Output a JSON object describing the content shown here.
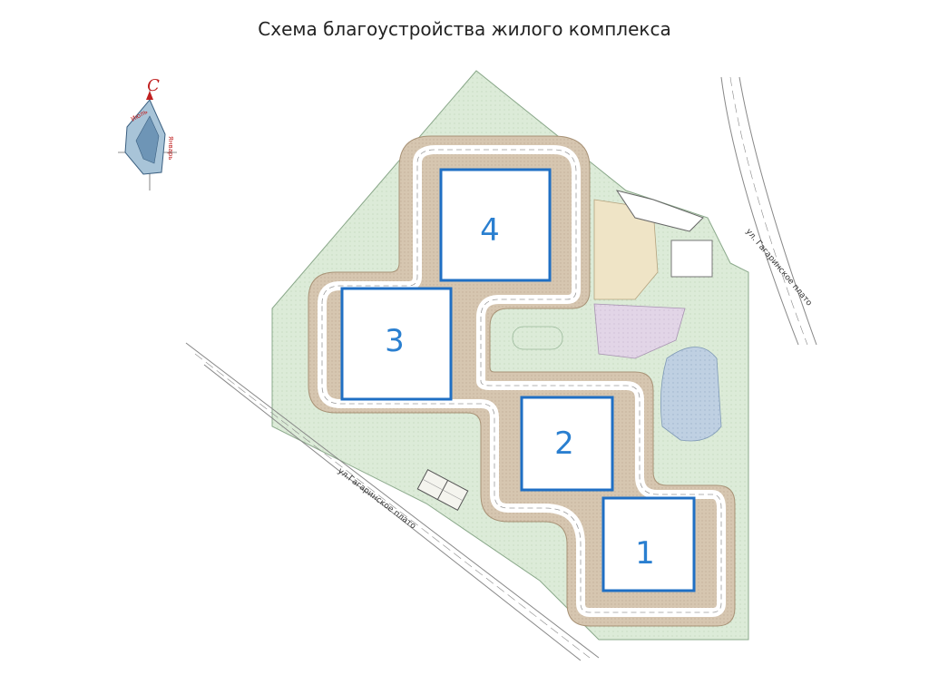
{
  "title": "Схема благоустройства жилого комплекса",
  "buildings": [
    {
      "id": "building-1",
      "label": "1"
    },
    {
      "id": "building-2",
      "label": "2"
    },
    {
      "id": "building-3",
      "label": "3"
    },
    {
      "id": "building-4",
      "label": "4"
    }
  ],
  "streets": {
    "southwest": "ул.Гагаринское плато",
    "northeast": "ул. Гагаринское плато"
  },
  "compass": {
    "north": "С",
    "west_label": "Июль",
    "east_label": "Январь"
  },
  "colors": {
    "building_outline": "#1f6fc4",
    "building_fill": "#ffffff",
    "paving": "#d9cbb8",
    "lawn": "#d8ead6",
    "road": "#ffffff",
    "water_pond": "#b9cde0",
    "playground": "#ddd0e4",
    "sports": "#efe4c6"
  }
}
